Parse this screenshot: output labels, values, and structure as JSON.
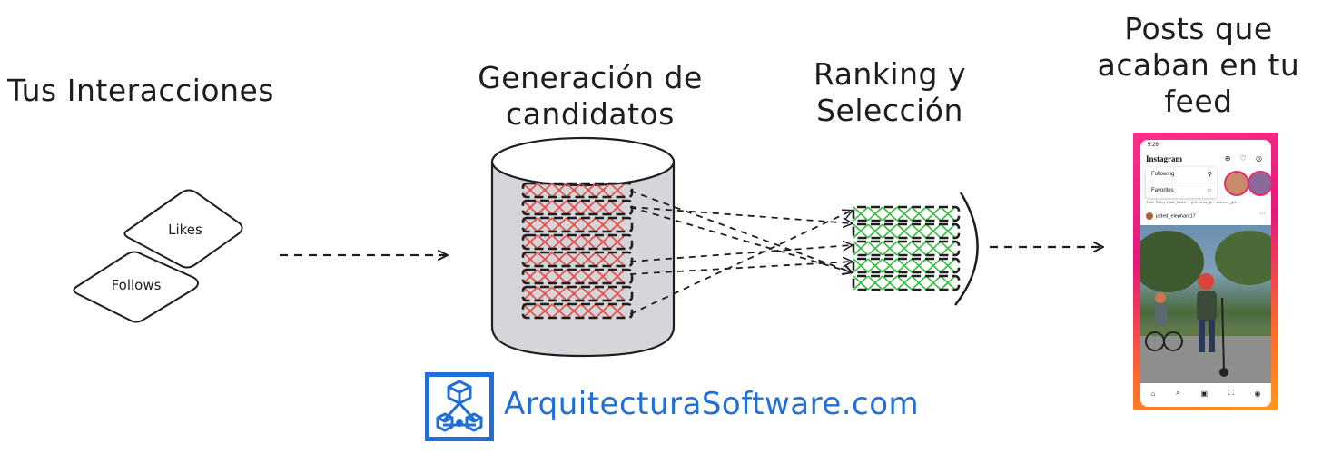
{
  "diagram": {
    "interacciones_title": "Tus Interacciones",
    "generacion_title_line1": "Generación de",
    "generacion_title_line2": "candidatos",
    "ranking_title_line1": "Ranking y",
    "ranking_title_line2": "Selección",
    "posts_title_line1": "Posts que",
    "posts_title_line2": "acaban en tu",
    "posts_title_line3": "feed",
    "node_likes": "Likes",
    "node_follows": "Follows",
    "colors": {
      "ink": "#1e1e1e",
      "cylinder_fill": "#d4d6da",
      "candidate_cross": "#e8504a",
      "selected_cross": "#3fbf4a",
      "brand": "#1f6fd6"
    }
  },
  "brand": {
    "name": "ArquitecturaSoftware.com",
    "logo_icon": "network-cube-icon"
  },
  "phone": {
    "status_time": "5:26",
    "app_name": "Instagram",
    "header_icons": "⊕ ♡ ◎",
    "menu_following": "Following",
    "menu_favorites": "Favorites",
    "menu_following_icon": "person-icon",
    "menu_favorites_icon": "star-icon",
    "story_labels": "Your Story   i.am_bean...   princess_p...   steven_gir...",
    "post_username": "jaded_elephant17",
    "post_more": "···",
    "tab_icons": [
      "⌂",
      "⌕",
      "▣",
      "⛶",
      "◉"
    ]
  }
}
